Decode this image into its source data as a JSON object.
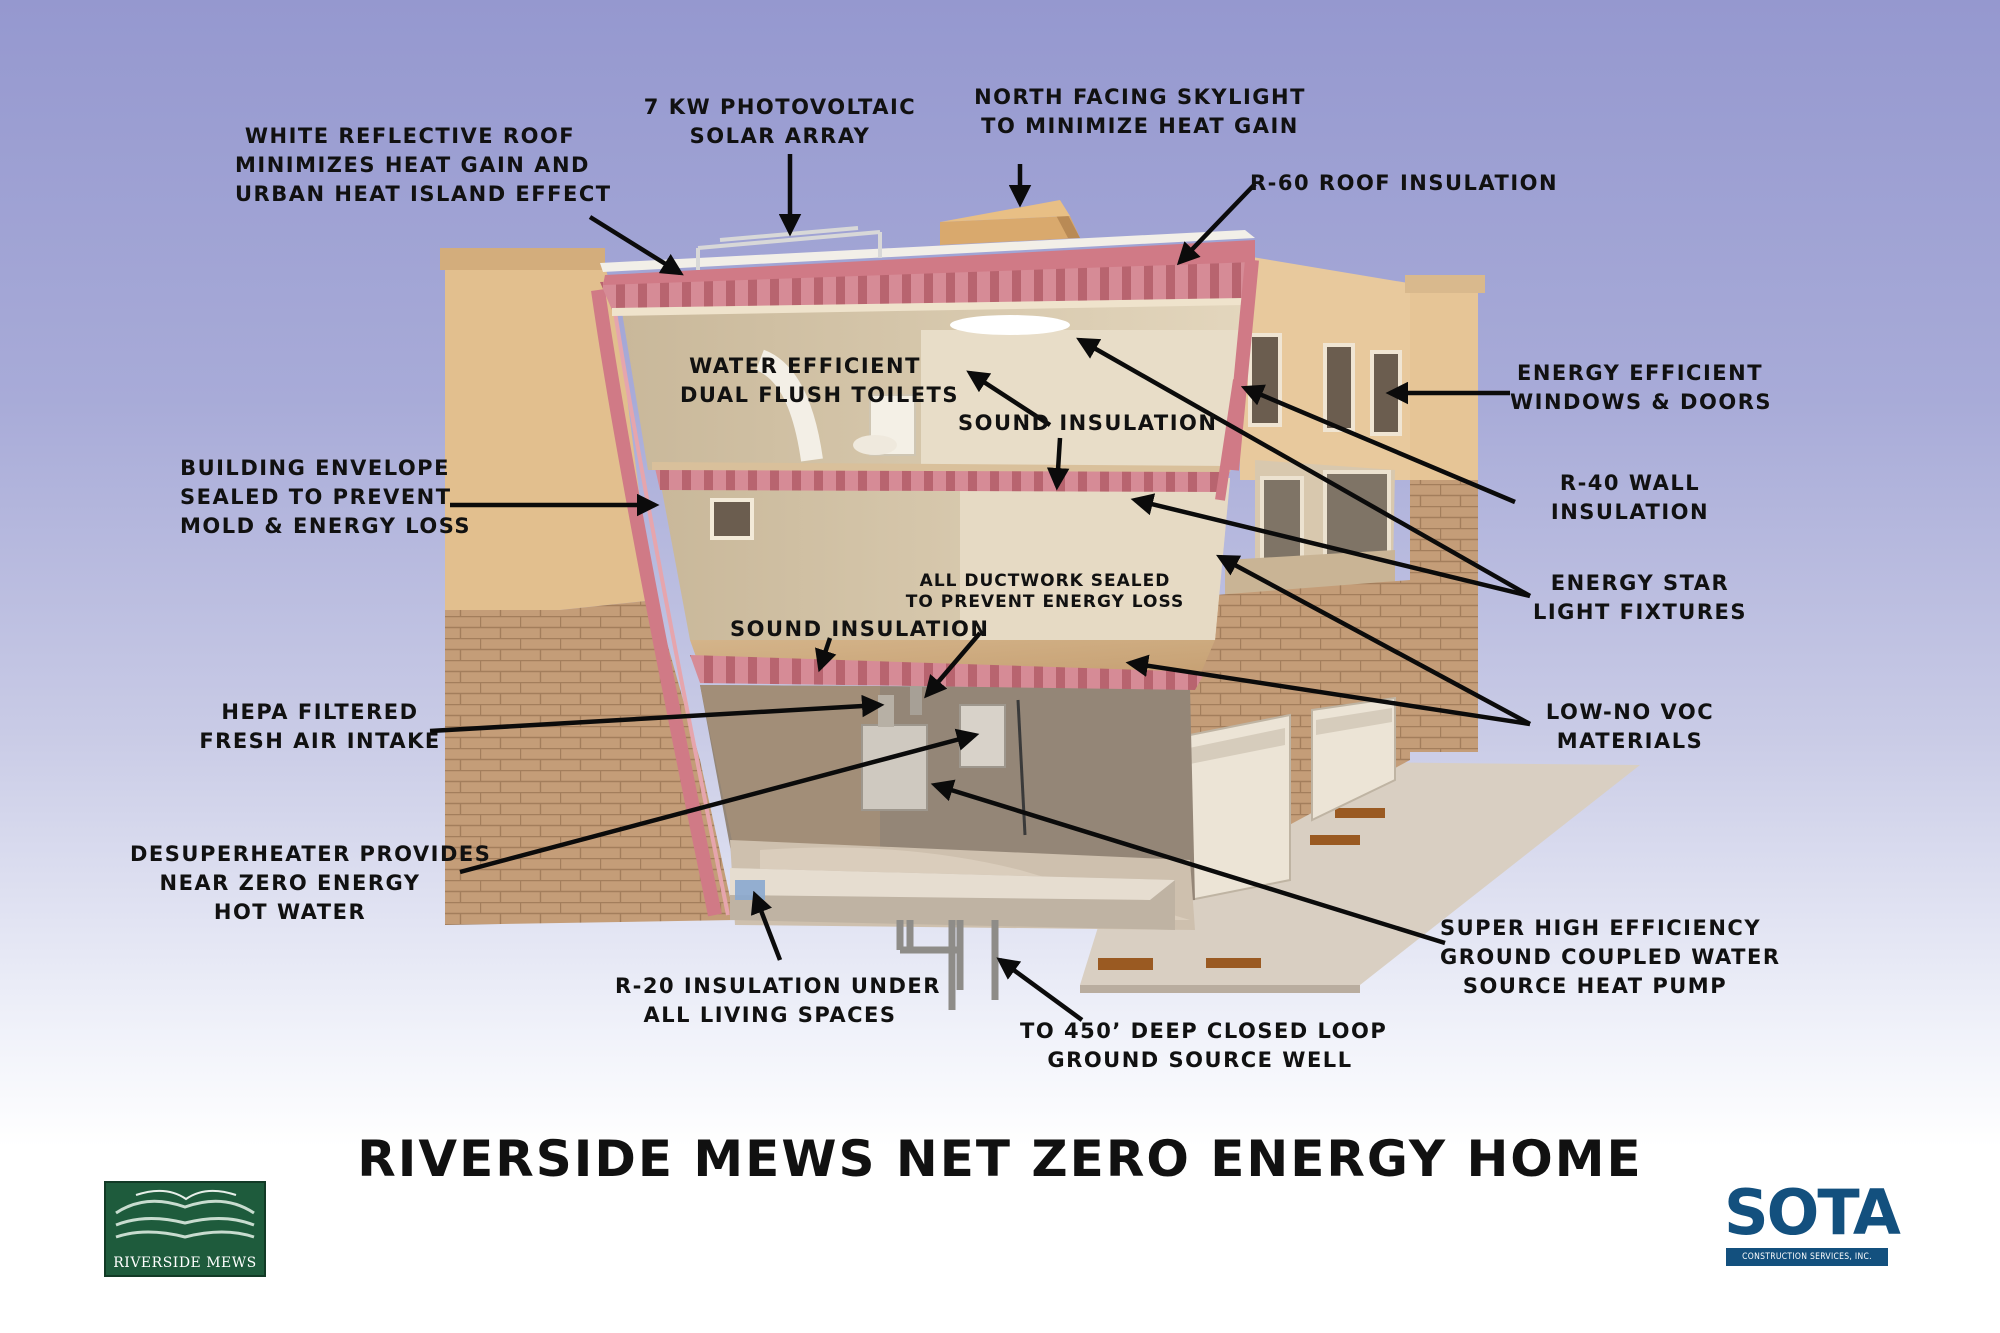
{
  "title": "RIVERSIDE MEWS NET ZERO ENERGY HOME",
  "callouts": {
    "reflective_roof": [
      "WHITE REFLECTIVE ROOF",
      "MINIMIZES HEAT GAIN AND",
      "URBAN HEAT ISLAND EFFECT"
    ],
    "solar_array": [
      "7 KW PHOTOVOLTAIC",
      "SOLAR ARRAY"
    ],
    "skylight": [
      "NORTH FACING SKYLIGHT",
      "TO MINIMIZE HEAT GAIN"
    ],
    "roof_insulation": [
      "R-60 ROOF INSULATION"
    ],
    "dual_flush": [
      "WATER EFFICIENT",
      "DUAL FLUSH TOILETS"
    ],
    "sound_insulation_upper": [
      "SOUND INSULATION"
    ],
    "windows_doors": [
      "ENERGY EFFICIENT",
      "WINDOWS & DOORS"
    ],
    "envelope": [
      "BUILDING ENVELOPE",
      "SEALED TO PREVENT",
      "MOLD & ENERGY LOSS"
    ],
    "wall_insulation": [
      "R-40 WALL",
      "INSULATION"
    ],
    "ductwork": [
      "ALL DUCTWORK SEALED",
      "TO PREVENT ENERGY LOSS"
    ],
    "light_fixtures": [
      "ENERGY STAR",
      "LIGHT FIXTURES"
    ],
    "sound_insulation_lower": [
      "SOUND INSULATION"
    ],
    "voc": [
      "LOW-NO VOC",
      "MATERIALS"
    ],
    "hepa": [
      "HEPA FILTERED",
      "FRESH AIR INTAKE"
    ],
    "desuperheater": [
      "DESUPERHEATER PROVIDES",
      "NEAR ZERO ENERGY",
      "HOT WATER"
    ],
    "heat_pump": [
      "SUPER HIGH EFFICIENCY",
      "GROUND COUPLED WATER",
      "SOURCE HEAT PUMP"
    ],
    "r20": [
      "R-20 INSULATION UNDER",
      "ALL LIVING SPACES"
    ],
    "ground_well": [
      "TO 450’ DEEP CLOSED LOOP",
      "GROUND SOURCE WELL"
    ]
  },
  "logos": {
    "left_text": "RIVERSIDE MEWS",
    "right_mark": "SOTA",
    "right_sub": "CONSTRUCTION SERVICES, INC."
  },
  "colors": {
    "insulation": "#d07a86",
    "stucco": "#e0be8e",
    "brick": "#c49d78",
    "arrow": "#0b0b0b"
  }
}
